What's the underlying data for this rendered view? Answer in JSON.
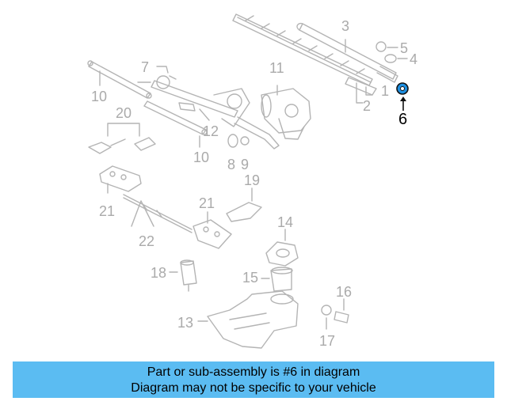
{
  "diagram": {
    "callouts": {
      "c1": "1",
      "c2": "2",
      "c3": "3",
      "c4": "4",
      "c5": "5",
      "c6": "6",
      "c7": "7",
      "c8": "8",
      "c9": "9",
      "c10a": "10",
      "c10b": "10",
      "c11": "11",
      "c12": "12",
      "c13": "13",
      "c14": "14",
      "c15": "15",
      "c16": "16",
      "c17": "17",
      "c18": "18",
      "c19": "19",
      "c20": "20",
      "c21a": "21",
      "c21b": "21",
      "c22": "22"
    },
    "highlight_part": "6",
    "colors": {
      "line": "#b4b4b4",
      "callout": "#aaaaaa",
      "highlight": "#1e8fe0",
      "banner": "#5bbcf2"
    }
  },
  "banner": {
    "line1": "Part or sub-assembly is #6 in diagram",
    "line2": "Diagram may not be specific to your vehicle"
  }
}
